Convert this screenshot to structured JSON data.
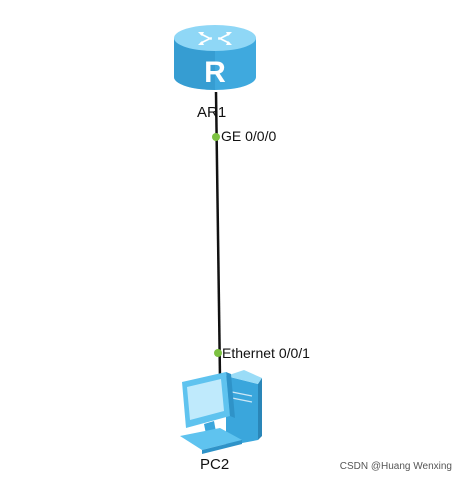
{
  "nodes": {
    "router": {
      "name": "AR1",
      "icon": "router-icon",
      "glyph": "R"
    },
    "pc": {
      "name": "PC2",
      "icon": "desktop-pc-icon"
    }
  },
  "link": {
    "router_port": "GE 0/0/0",
    "pc_port": "Ethernet 0/0/1",
    "status_color": "#7dc242"
  },
  "colors": {
    "device_blue": "#5fc3ef",
    "device_dark": "#2f93c8",
    "cable": "#111111"
  },
  "watermark": "CSDN @Huang Wenxing"
}
